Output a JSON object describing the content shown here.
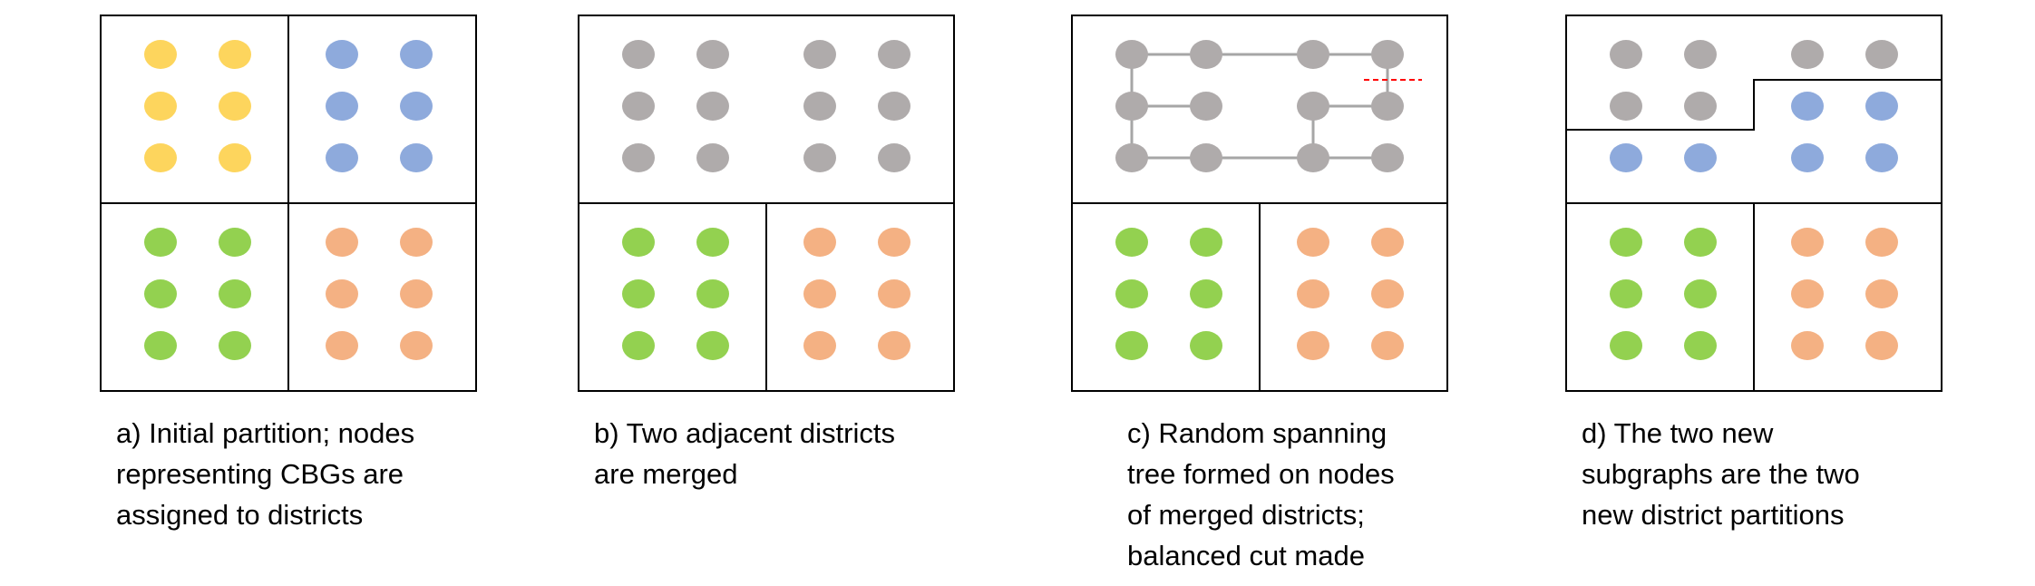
{
  "colors": {
    "yellow": "#fdd55d",
    "blue": "#8eaadc",
    "green": "#93d150",
    "orange": "#f4b183",
    "gray": "#afabab",
    "edge": "#a6a6a6",
    "cut": "#ff0000",
    "border": "#000000"
  },
  "panels": [
    {
      "id": "a",
      "caption": [
        "a) Initial partition; nodes",
        "representing CBGs are",
        "assigned to districts"
      ],
      "regions": [
        "yellow",
        "blue",
        "green",
        "orange"
      ]
    },
    {
      "id": "b",
      "caption": [
        "b) Two adjacent districts",
        "are merged"
      ],
      "regions": [
        "gray",
        "gray",
        "green",
        "orange"
      ]
    },
    {
      "id": "c",
      "caption": [
        "c) Random spanning",
        "tree formed on nodes",
        "of merged districts;",
        "balanced cut made"
      ],
      "regions": [
        "gray",
        "gray",
        "green",
        "orange"
      ]
    },
    {
      "id": "d",
      "caption": [
        "d) The two new",
        "subgraphs are the two",
        "new district partitions"
      ],
      "regions": [
        "split",
        "split",
        "green",
        "orange"
      ]
    }
  ]
}
